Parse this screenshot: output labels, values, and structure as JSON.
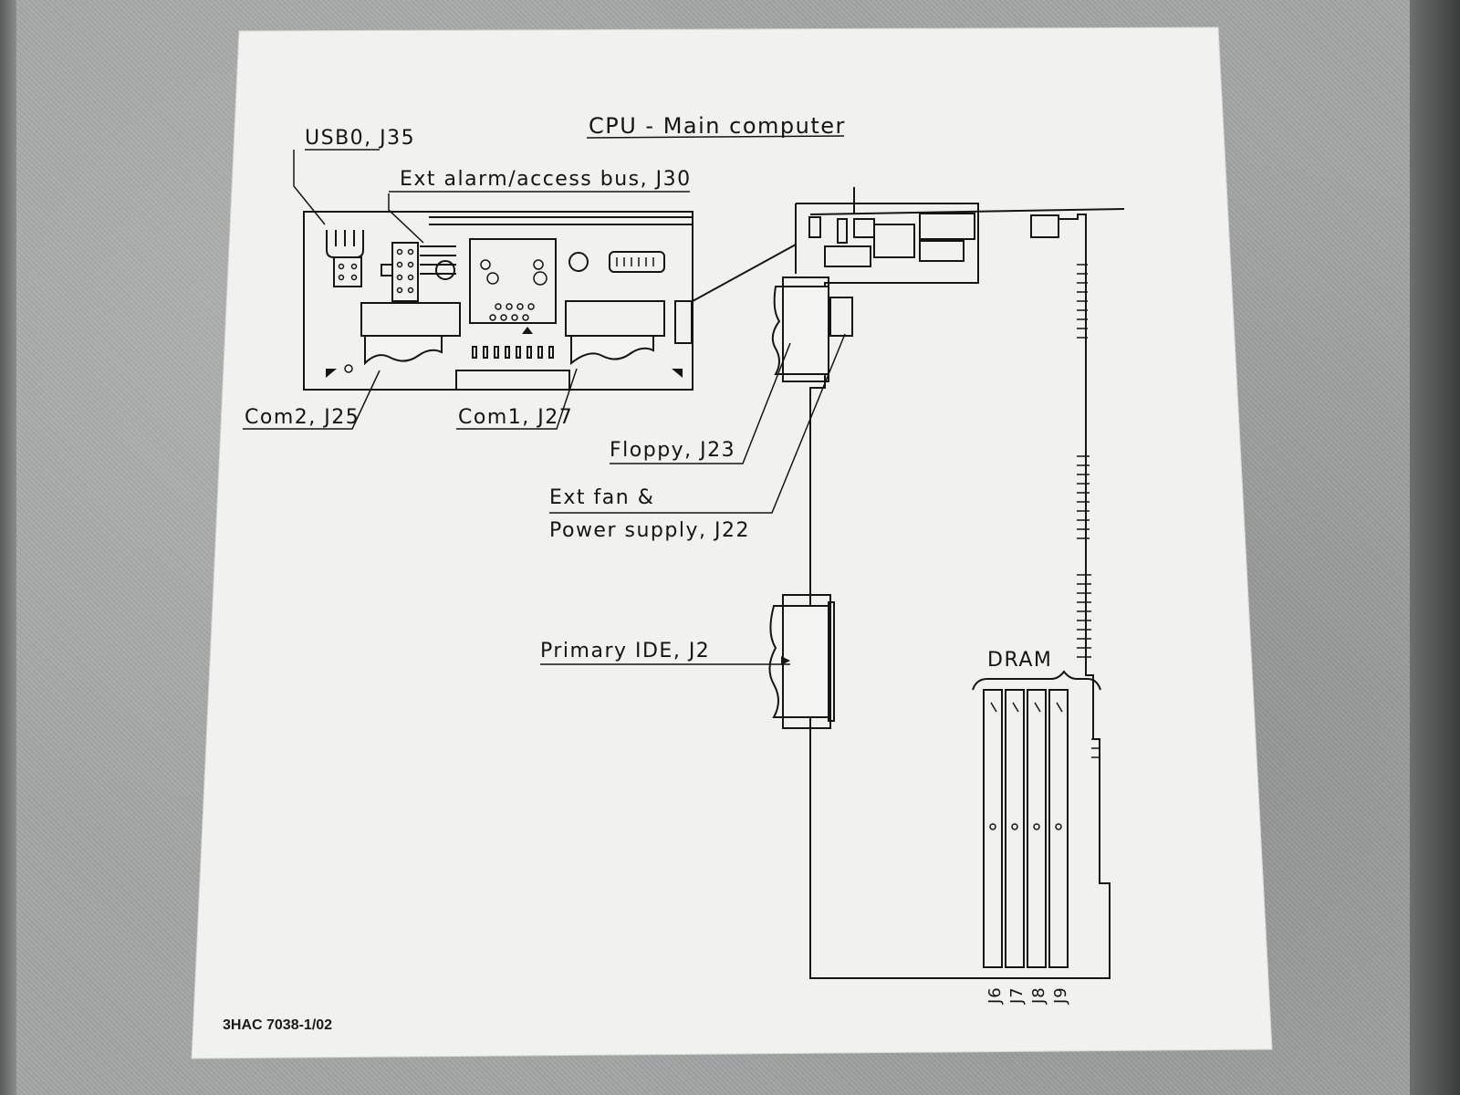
{
  "diagram": {
    "title": "CPU - Main computer",
    "doc_number": "3HAC 7038-1/02",
    "labels": {
      "usb0": "USB0, J35",
      "ext_alarm": "Ext alarm/access bus, J30",
      "com2": "Com2, J25",
      "com1": "Com1, J27",
      "floppy": "Floppy, J23",
      "ext_fan_line1": "Ext fan &",
      "ext_fan_line2": "Power supply, J22",
      "primary_ide": "Primary IDE, J2",
      "dram": "DRAM"
    },
    "dram_slots": [
      "J6",
      "J7",
      "J8",
      "J9"
    ]
  }
}
